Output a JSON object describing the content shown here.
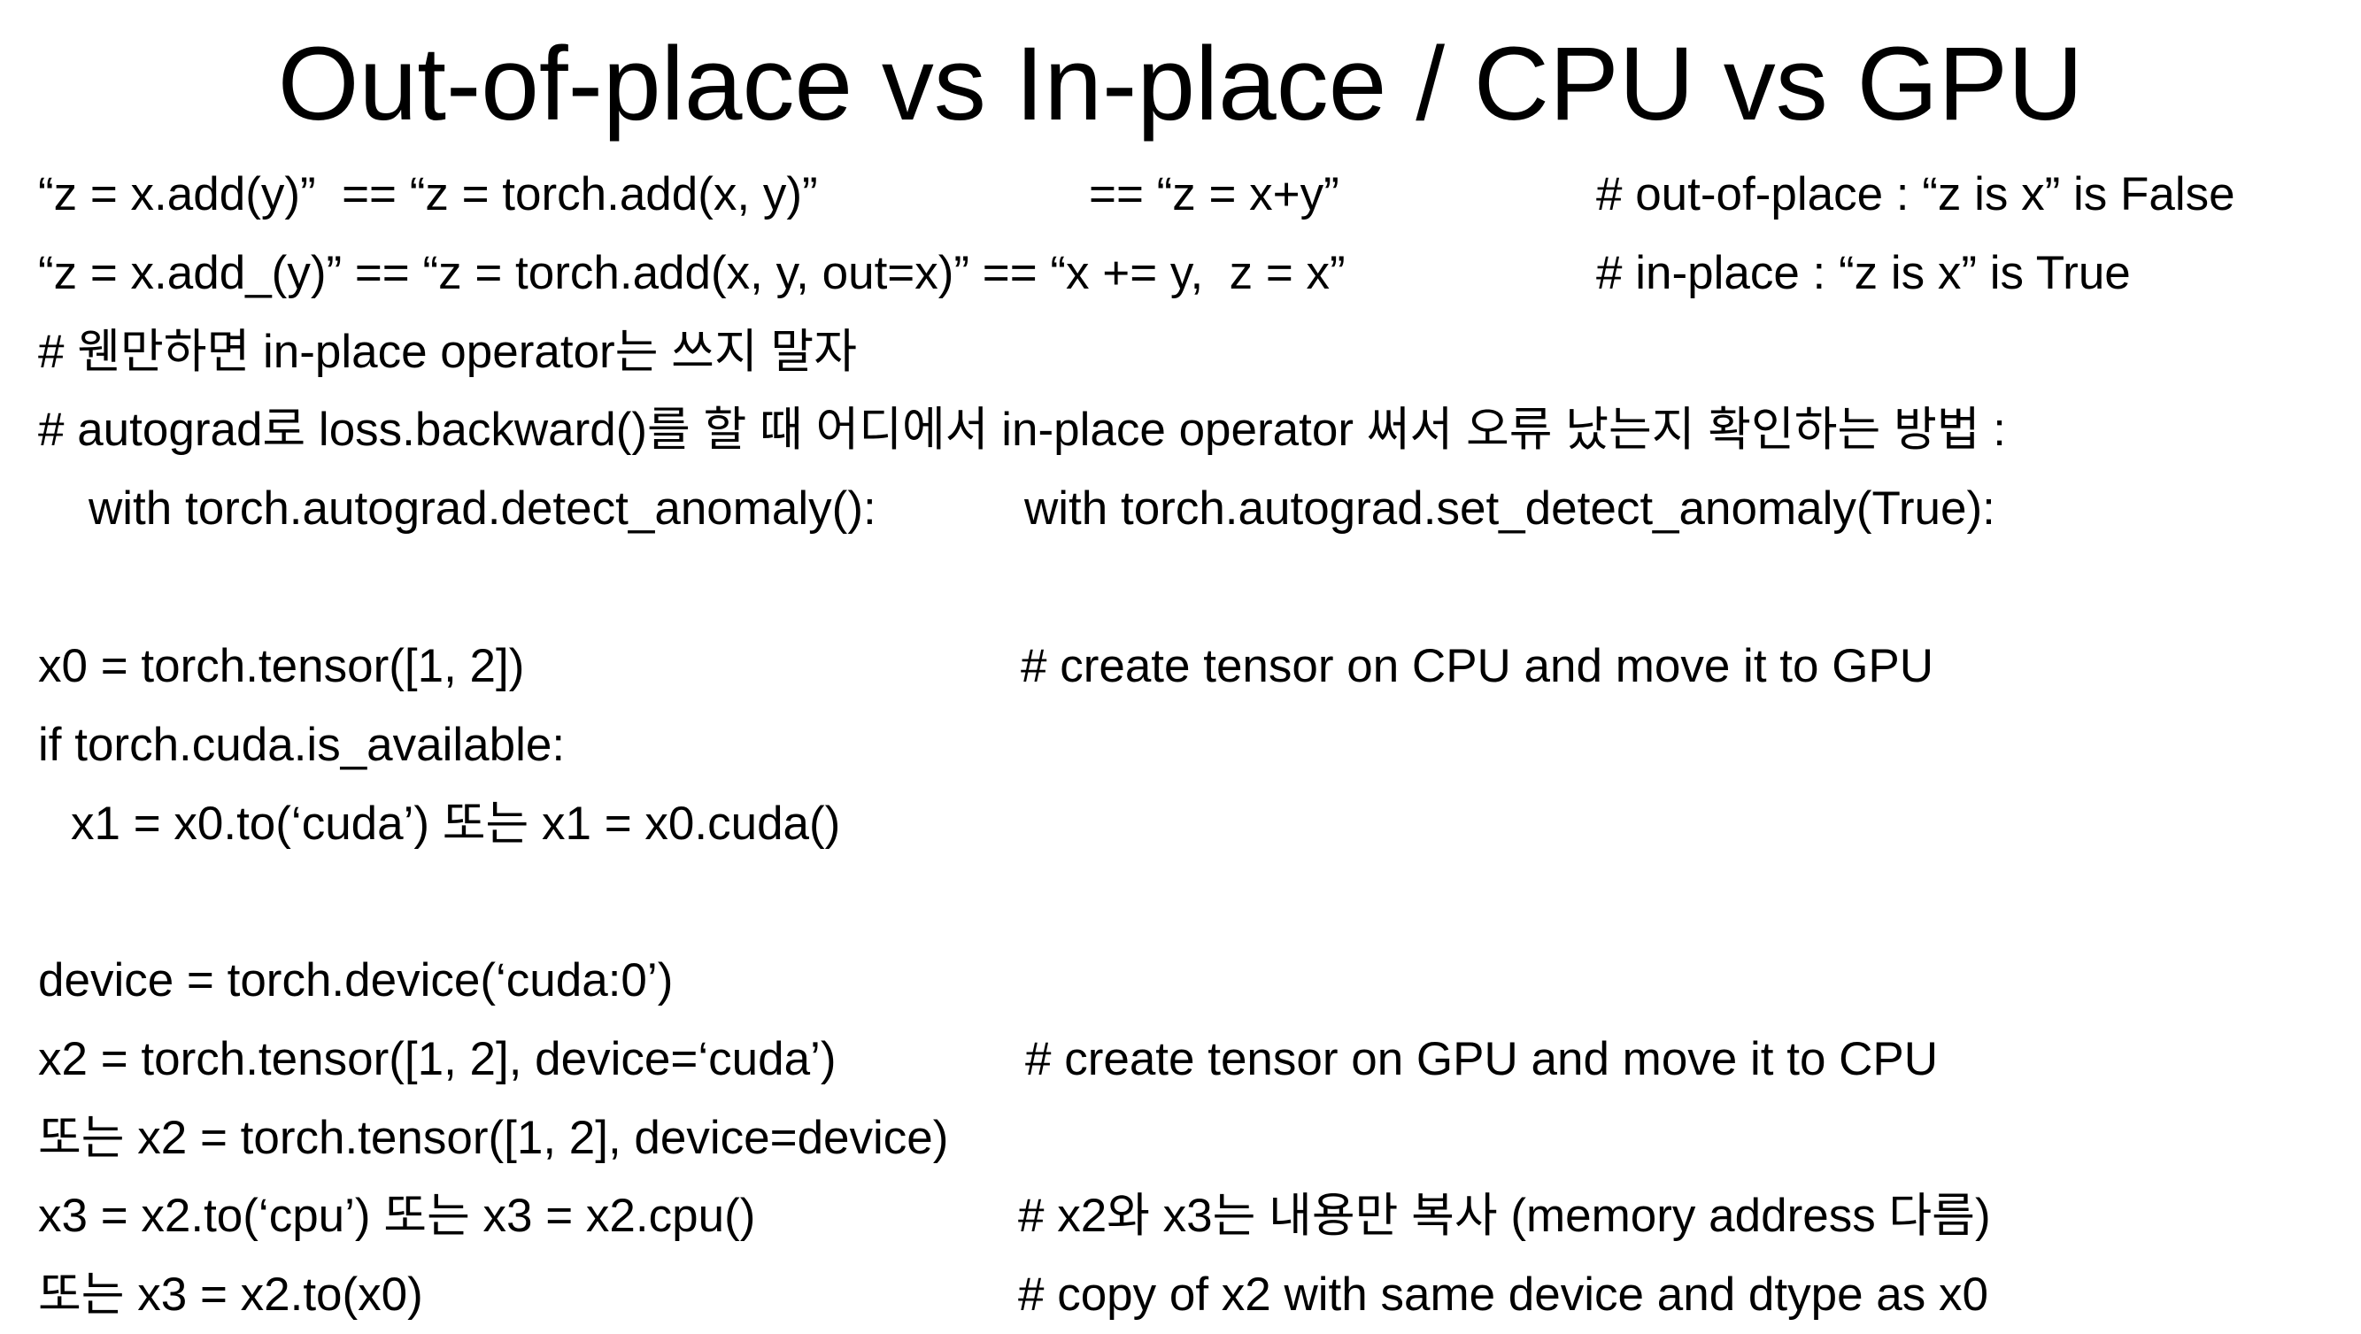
{
  "title": "Out-of-place vs In-place / CPU vs GPU",
  "lines": [
    {
      "segments": [
        "“z = x.add(y)”  == “z = torch.add(x, y)”",
        "== “z = x+y”",
        "# out-of-place : “z is x” is False"
      ]
    },
    {
      "segments": [
        "“z = x.add_(y)” == “z = torch.add(x, y, out=x)” == “x += y,  z = x”",
        "# in-place : “z is x” is True"
      ]
    },
    {
      "segments": [
        "# 웬만하면 in-place operator는 쓰지 말자"
      ]
    },
    {
      "segments": [
        "# autograd로 loss.backward()를 할 때 어디에서 in-place operator 써서 오류 났는지 확인하는 방법 :"
      ]
    },
    {
      "segments": [
        "with torch.autograd.detect_anomaly():",
        "with torch.autograd.set_detect_anomaly(True):"
      ]
    },
    {
      "segments": [
        "x0 = torch.tensor([1, 2])",
        "# create tensor on CPU and move it to GPU"
      ]
    },
    {
      "segments": [
        "if torch.cuda.is_available:"
      ]
    },
    {
      "segments": [
        "x1 = x0.to(‘cuda’) 또는 x1 = x0.cuda()"
      ]
    },
    {
      "segments": [
        "device = torch.device(‘cuda:0’)"
      ]
    },
    {
      "segments": [
        "x2 = torch.tensor([1, 2], device=‘cuda’)",
        "# create tensor on GPU and move it to CPU"
      ]
    },
    {
      "segments": [
        "또는 x2 = torch.tensor([1, 2], device=device)"
      ]
    },
    {
      "segments": [
        "x3 = x2.to(‘cpu’) 또는 x3 = x2.cpu()",
        "# x2와 x3는 내용만 복사 (memory address 다름)"
      ]
    },
    {
      "segments": [
        "또는 x3 = x2.to(x0)",
        "# copy of x2 with same device and dtype as x0"
      ]
    }
  ]
}
